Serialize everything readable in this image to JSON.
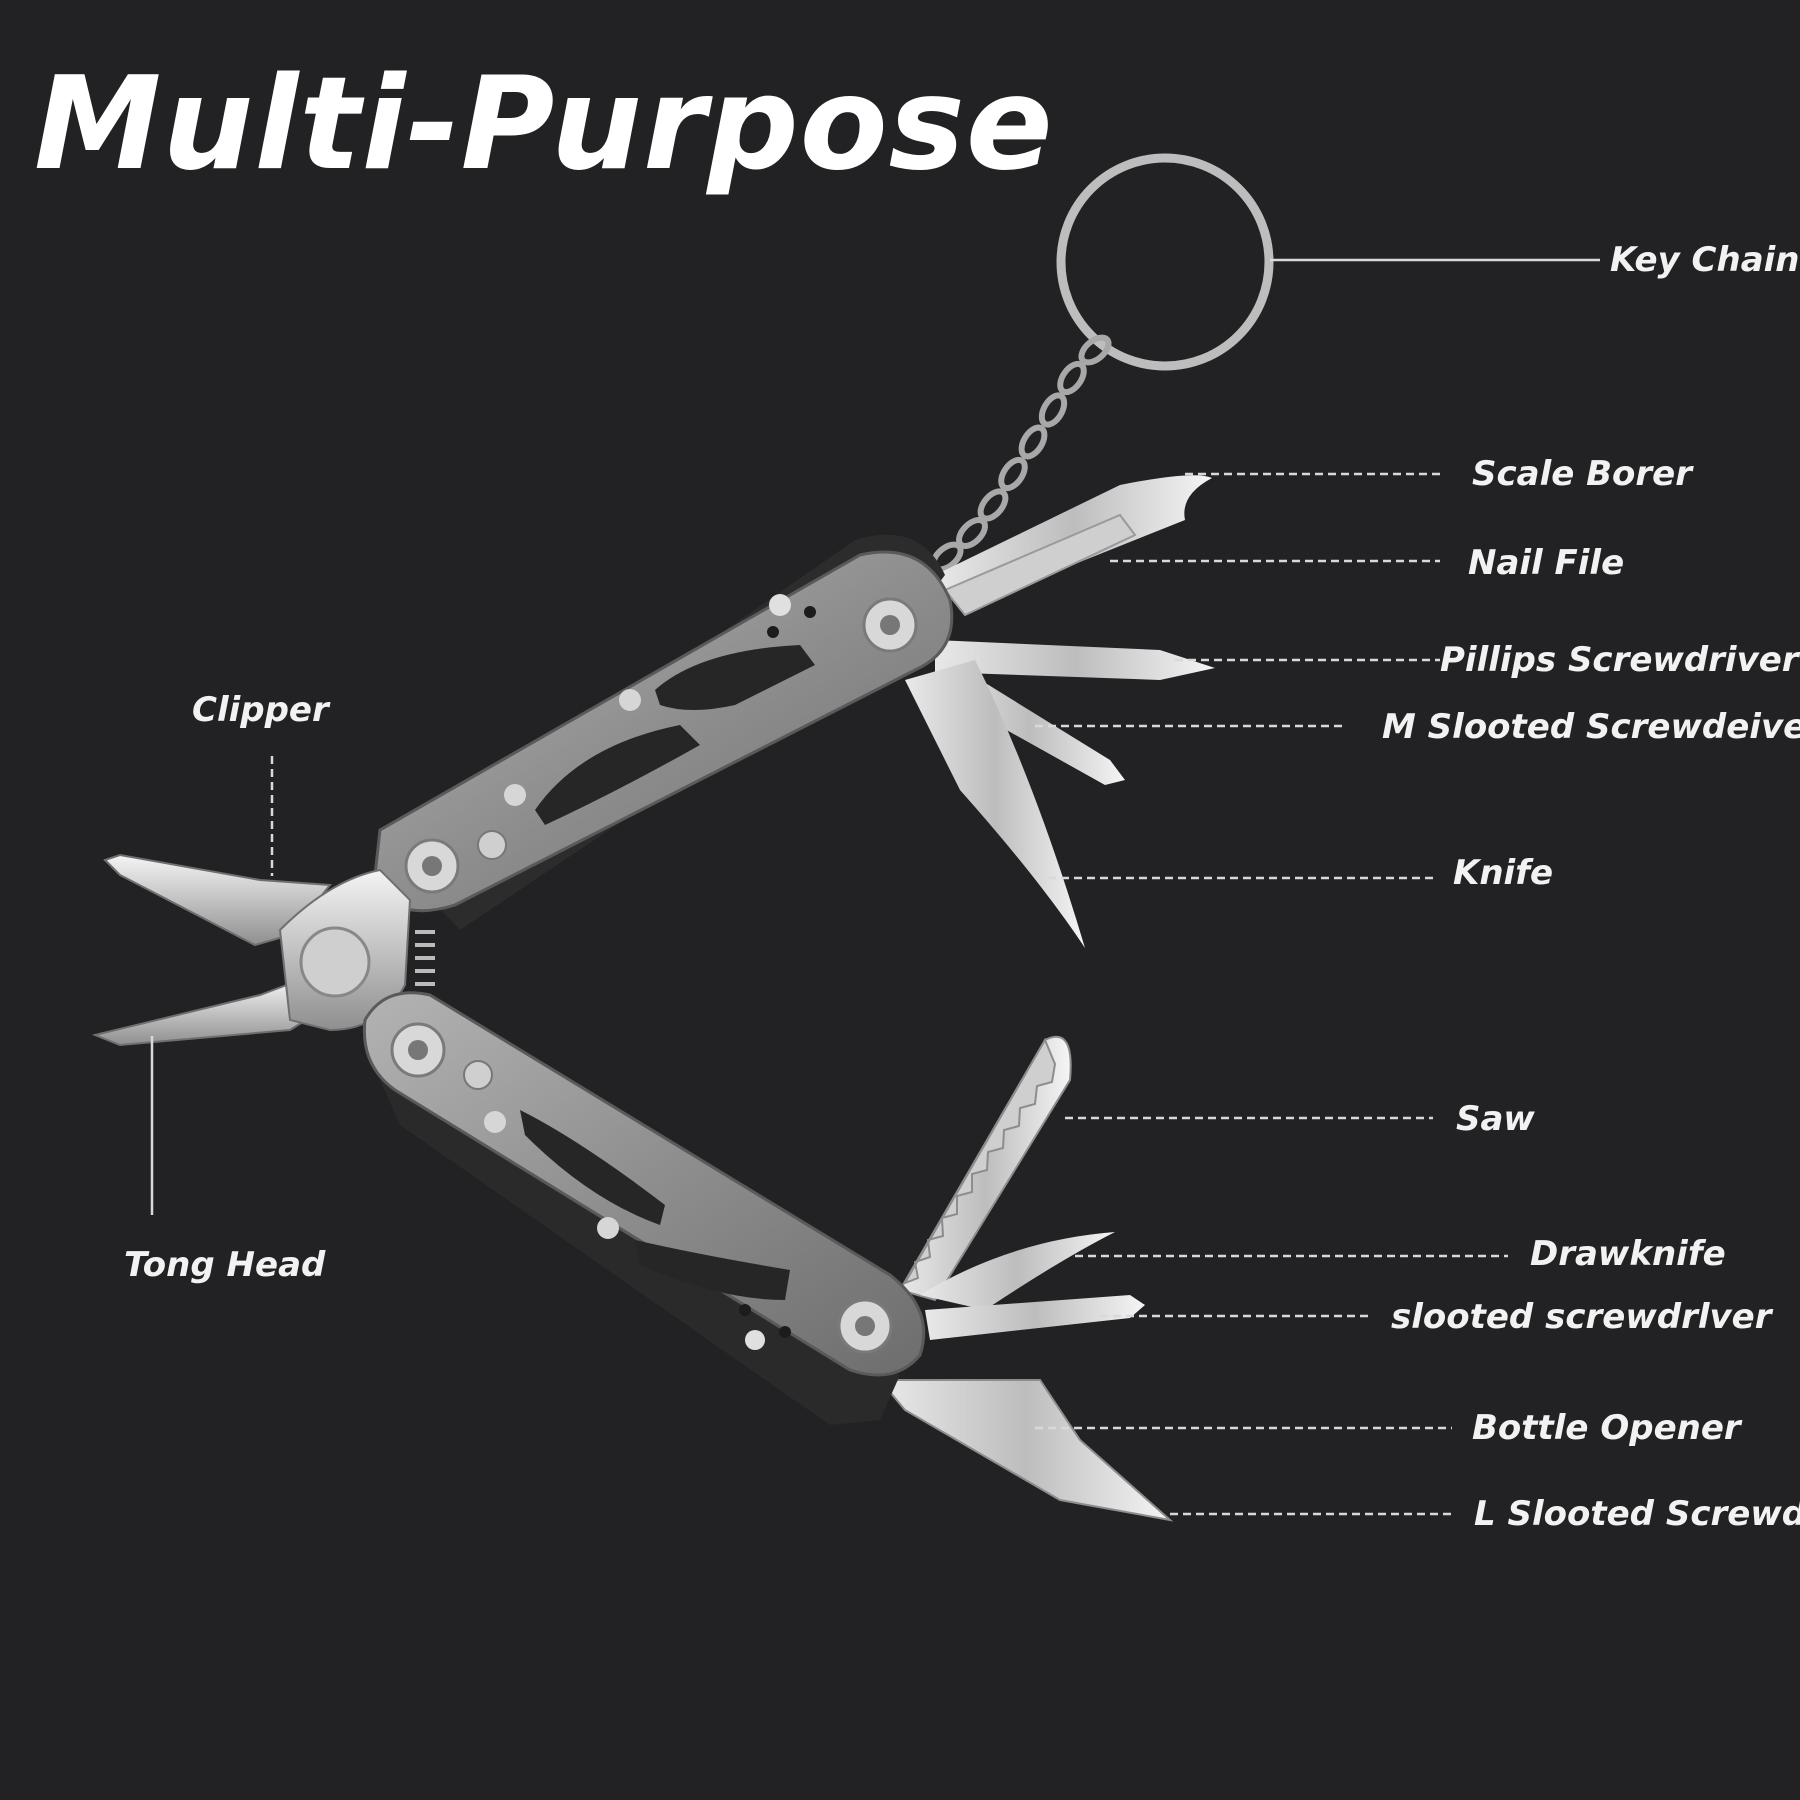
{
  "title": "Multi-Purpose",
  "labels": {
    "key_chain": "Key Chain",
    "scale_borer": "Scale Borer",
    "nail_file": "Nail File",
    "pillips_screwdriver": "Pillips Screwdriver",
    "m_slooted_screwdeiver": "M Slooted Screwdeiver",
    "knife": "Knife",
    "clipper": "Clipper",
    "tong_head": "Tong Head",
    "saw": "Saw",
    "drawknife": "Drawknife",
    "slooted_screwdrlver": "slooted screwdrlver",
    "bottle_opener": "Bottle Opener",
    "l_slooted_screwdr": "L Slooted Screwdr"
  },
  "colors": {
    "background": "#222224",
    "text": "#f2f2f2",
    "steel": "#c9c9c9"
  }
}
